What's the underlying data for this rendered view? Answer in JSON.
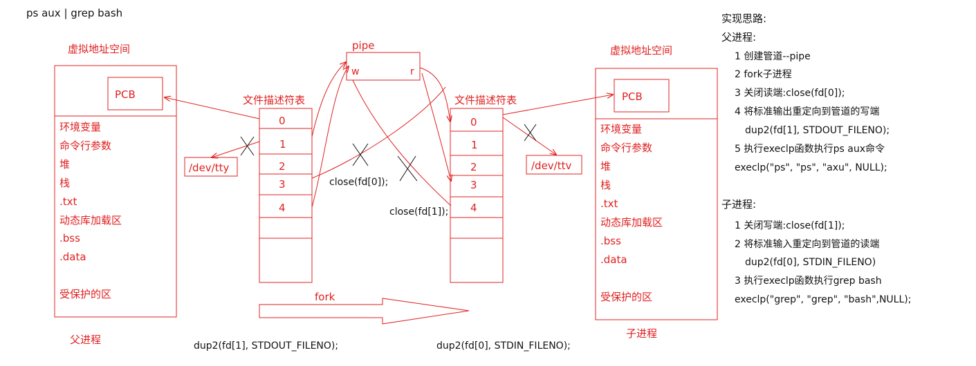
{
  "command": "ps aux | grep bash",
  "parent": {
    "space_label": "虚拟地址空间",
    "pcb": "PCB",
    "segments": [
      "环境变量",
      "命令行参数",
      "堆",
      "栈",
      ".txt",
      "动态库加载区",
      ".bss",
      ".data",
      "受保护的区"
    ],
    "caption": "父进程",
    "fd_table_title": "文件描述符表",
    "fd_numbers": [
      "0",
      "1",
      "2",
      "3",
      "4"
    ],
    "tty": "/dev/tty",
    "dup_call": "dup2(fd[1], STDOUT_FILENO);",
    "close_call": "close(fd[0]);"
  },
  "pipe": {
    "title": "pipe",
    "write_end": "w",
    "read_end": "r"
  },
  "fork_label": "fork",
  "child": {
    "space_label": "虚拟地址空间",
    "pcb": "PCB",
    "segments": [
      "环境变量",
      "命令行参数",
      "堆",
      "栈",
      ".txt",
      "动态库加载区",
      ".bss",
      ".data",
      "受保护的区"
    ],
    "caption": "子进程",
    "fd_table_title": "文件描述符表",
    "fd_numbers": [
      "0",
      "1",
      "2",
      "3",
      "4"
    ],
    "tty": "/dev/ttv",
    "dup_call": "dup2(fd[0], STDIN_FILENO);",
    "close_call": "close(fd[1]);"
  },
  "notes": {
    "title": "实现思路:",
    "parent_heading": "父进程:",
    "parent_steps": [
      "1 创建管道--pipe",
      "2 fork子进程",
      "3 关闭读端:close(fd[0]);",
      "4 将标准输出重定向到管道的写端",
      "dup2(fd[1], STDOUT_FILENO);",
      "5 执行execlp函数执行ps aux命令",
      "execlp(\"ps\", \"ps\", \"axu\", NULL);"
    ],
    "child_heading": "子进程:",
    "child_steps": [
      "1 关闭写端:close(fd[1]);",
      "2 将标准输入重定向到管道的读端",
      "dup2(fd[0], STDIN_FILENO)",
      "3 执行execlp函数执行grep bash",
      "execlp(\"grep\", \"grep\", \"bash\",NULL);"
    ]
  },
  "colors": {
    "accent": "#e02020",
    "text": "#111111",
    "background": "#ffffff"
  }
}
